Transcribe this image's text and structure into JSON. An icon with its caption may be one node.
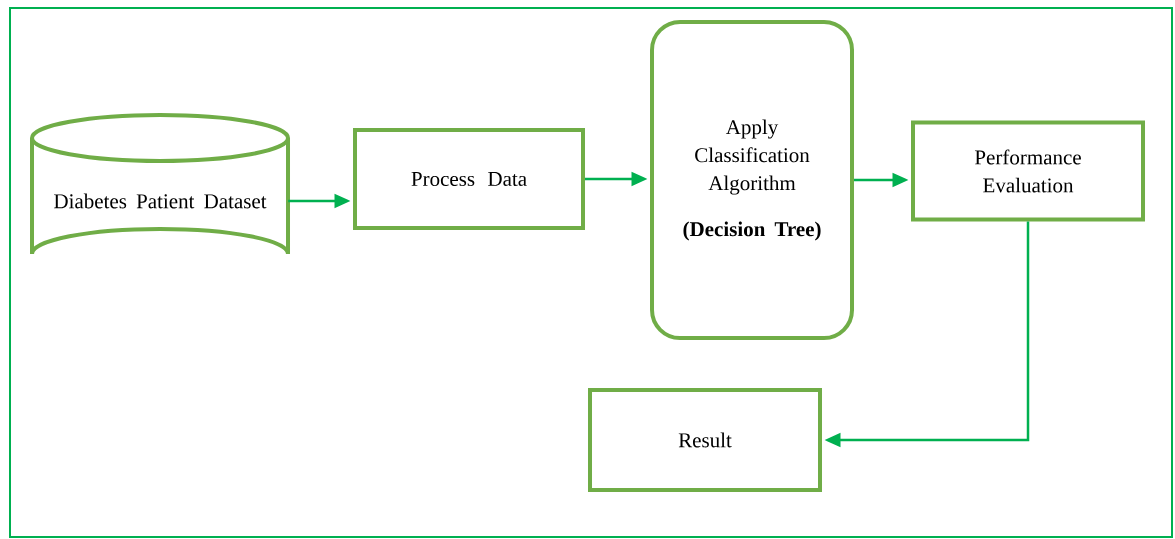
{
  "diagram": {
    "nodes": [
      {
        "text": [
          "Diabetes Patient Dataset"
        ]
      },
      {
        "text": [
          "Process Data"
        ]
      },
      {
        "text": [
          "Apply Classification Algorithm",
          "(Decision Tree)"
        ]
      },
      {
        "text": [
          "Performance Evaluation"
        ]
      },
      {
        "text": [
          "Result"
        ]
      }
    ],
    "edges": [
      {
        "from": 0,
        "to": 1,
        "arrow": "to"
      },
      {
        "from": 1,
        "to": 2,
        "arrow": "to"
      },
      {
        "from": 2,
        "to": 3,
        "arrow": "to"
      },
      {
        "from": 3,
        "to": 4,
        "arrow": "to"
      }
    ]
  }
}
